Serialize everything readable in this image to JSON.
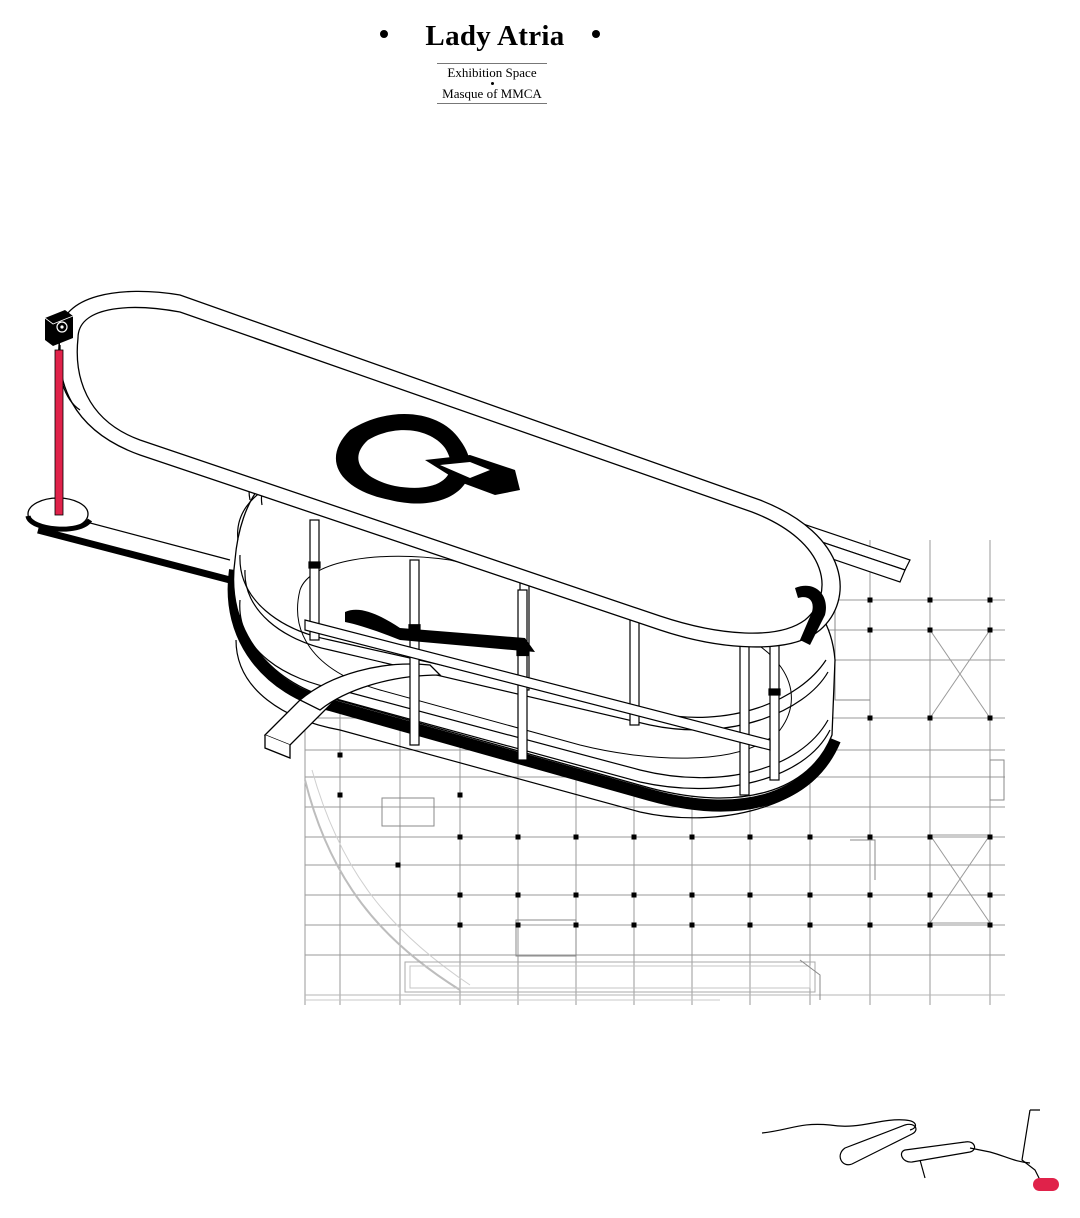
{
  "header": {
    "title": "Lady Atria",
    "subtitle_line1": "Exhibition Space",
    "subtitle_line2": "Masque of MMCA"
  },
  "colors": {
    "ink": "#000000",
    "accent_red": "#e0224a",
    "plan_grey": "#9a9a9a",
    "background": "#ffffff"
  },
  "icons": {
    "speaker": "speaker-icon",
    "key_marker": "red-pill-marker"
  }
}
